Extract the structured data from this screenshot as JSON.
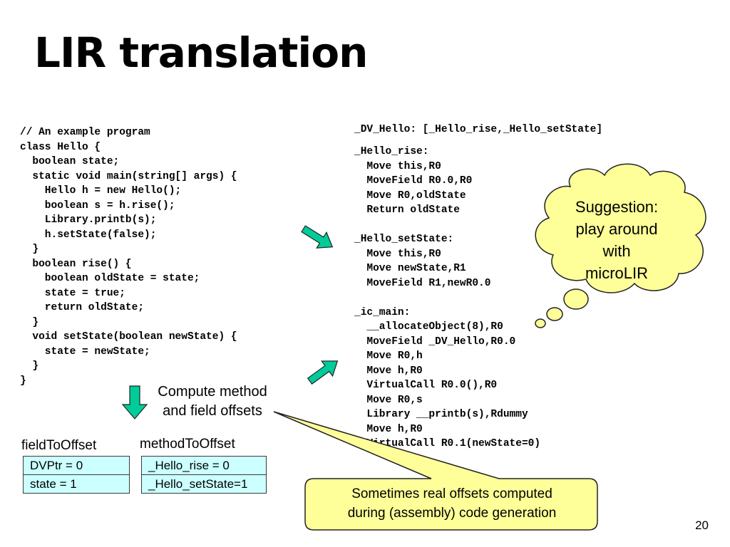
{
  "title": "LIR translation",
  "source_code": "// An example program\nclass Hello {\n  boolean state;\n  static void main(string[] args) {\n    Hello h = new Hello();\n    boolean s = h.rise();\n    Library.printb(s);\n    h.setState(false);\n  }\n  boolean rise() {\n    boolean oldState = state;\n    state = true;\n    return oldState;\n  }\n  void setState(boolean newState) {\n    state = newState;\n  }\n}",
  "dv_line": "_DV_Hello: [_Hello_rise,_Hello_setState]",
  "lir_code": "_Hello_rise:\n  Move this,R0\n  MoveField R0.0,R0\n  Move R0,oldState\n  Return oldState\n\n_Hello_setState:\n  Move this,R0\n  Move newState,R1\n  MoveField R1,newR0.0\n\n_ic_main:\n  __allocateObject(8),R0\n  MoveField _DV_Hello,R0.0\n  Move R0,h\n  Move h,R0\n  VirtualCall R0.0(),R0\n  Move R0,s\n  Library __printb(s),Rdummy\n  Move h,R0\n  VirtualCall R0.1(newState=0)",
  "compute_label": [
    "Compute method",
    "and field offsets"
  ],
  "field_table": {
    "label": "fieldToOffset",
    "rows": [
      "DVPtr = 0",
      "state = 1"
    ]
  },
  "method_table": {
    "label": "methodToOffset",
    "rows": [
      "_Hello_rise = 0",
      "_Hello_setState=1"
    ]
  },
  "suggestion": [
    "Suggestion:",
    "play around",
    "with",
    "microLIR"
  ],
  "callout": [
    "Sometimes real offsets computed",
    "during (assembly) code generation"
  ],
  "page_number": "20",
  "colors": {
    "arrow_fill": "#00cc99",
    "table_fill": "#ccffff",
    "callout_fill": "#ffff99"
  }
}
